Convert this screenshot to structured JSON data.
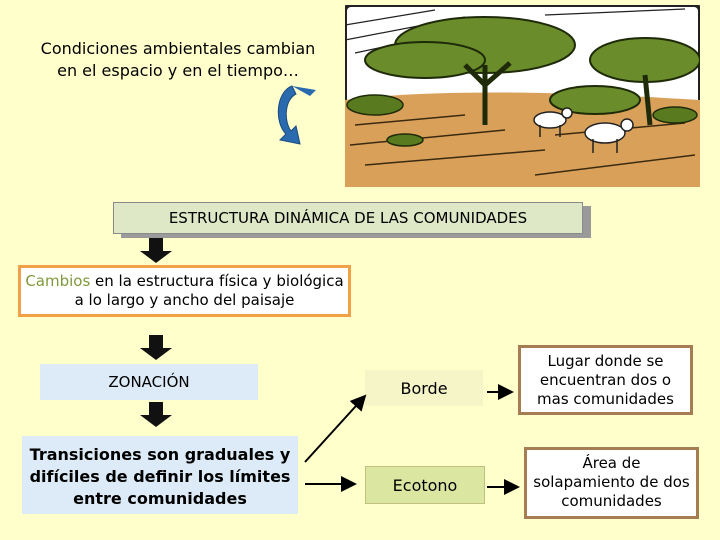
{
  "intro": {
    "line1": "Condiciones ambientales cambian",
    "line2": "en el espacio y en el tiempo…"
  },
  "illustration": {
    "description_icon": "savanna-landscape-icon"
  },
  "title": "ESTRUCTURA DINÁMICA DE LAS COMUNIDADES",
  "changes": {
    "highlight": "Cambios",
    "line1_rest": " en la estructura física y biológica",
    "line2": "a lo largo y ancho del paisaje"
  },
  "zonacion": "ZONACIÓN",
  "transiciones": {
    "line1": "Transiciones son graduales y",
    "line2": "difíciles de definir los límites",
    "line3": "entre comunidades"
  },
  "borde": "Borde",
  "ecotono": "Ecotono",
  "borde_def": {
    "line1": "Lugar donde se",
    "line2": "encuentran dos o",
    "line3": "mas comunidades"
  },
  "ecotono_def": {
    "line1": "Área de",
    "line2": "solapamiento de dos",
    "line3": "comunidades"
  },
  "colors": {
    "background": "#ffffcc",
    "title_fill": "#dfe8c6",
    "changes_border": "#f0a046",
    "highlight_text": "#7f9a3a",
    "zone_fill": "#dcebf7",
    "ecotono_fill": "#dbe7a0",
    "def_border": "#a67c52"
  }
}
